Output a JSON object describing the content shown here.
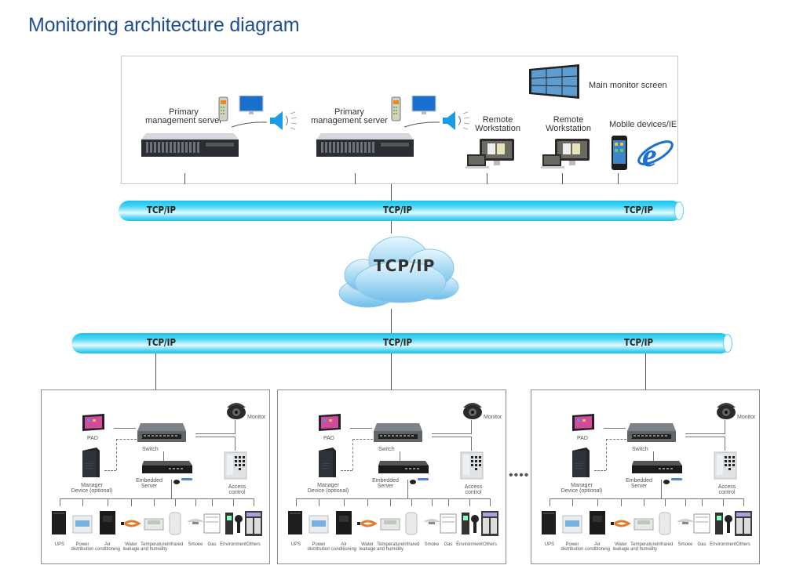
{
  "title": "Monitoring architecture diagram",
  "top_section": {
    "servers": [
      {
        "label_line1": "Primary",
        "label_line2": "management server"
      },
      {
        "label_line1": "Primary",
        "label_line2": "management server"
      }
    ],
    "workstations": [
      {
        "label_line1": "Remote",
        "label_line2": "Workstation"
      },
      {
        "label_line1": "Remote",
        "label_line2": "Workstation"
      }
    ],
    "main_monitor": "Main monitor screen",
    "mobile": "Mobile devices/IE"
  },
  "upper_bus": {
    "labels": [
      "TCP/IP",
      "TCP/IP",
      "TCP/IP"
    ]
  },
  "cloud": {
    "label": "TCP/IP"
  },
  "lower_bus": {
    "labels": [
      "TCP/IP",
      "TCP/IP",
      "TCP/IP"
    ]
  },
  "ellipsis": "••••",
  "site": {
    "pad": "PAD",
    "switch": "Switch",
    "monitor": "Monitor",
    "manager_line1": "Manager",
    "manager_line2": "Device (optional)",
    "embedded_line1": "Embedded",
    "embedded_line2": "Server",
    "access_line1": "Access",
    "access_line2": "control",
    "devices": [
      {
        "l1": "UPS",
        "l2": ""
      },
      {
        "l1": "Power",
        "l2": "distribution"
      },
      {
        "l1": "Air",
        "l2": "conditioning"
      },
      {
        "l1": "Water",
        "l2": "leakage"
      },
      {
        "l1": "Temperature",
        "l2": "and humidity"
      },
      {
        "l1": "Infrared",
        "l2": ""
      },
      {
        "l1": "Smoke",
        "l2": ""
      },
      {
        "l1": "Gas",
        "l2": ""
      },
      {
        "l1": "Environment",
        "l2": ""
      },
      {
        "l1": "Others",
        "l2": ""
      }
    ]
  },
  "colors": {
    "title": "#1f4e96",
    "tube": "#19c3ea",
    "cloud": "#8fd0f0",
    "speaker": "#1a9be6"
  }
}
